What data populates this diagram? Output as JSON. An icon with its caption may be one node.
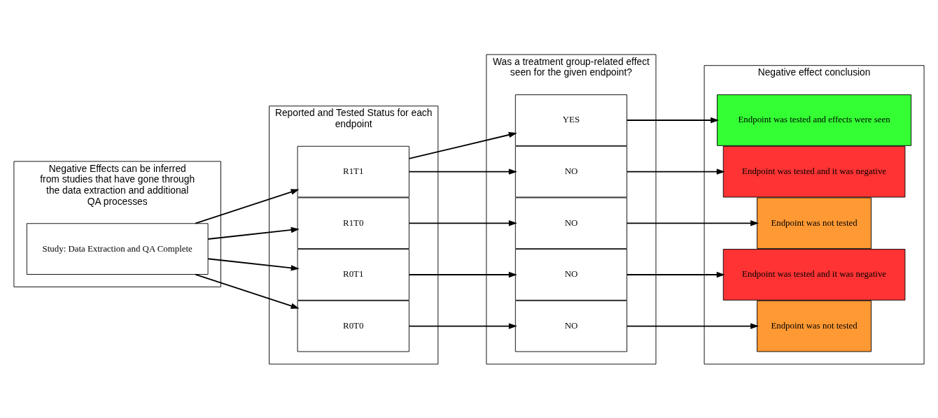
{
  "diagram": {
    "nodes": [
      {
        "text": [
          "Negative Effects can be inferred from studies that have gone through the data extraction and additional QA processes"
        ]
      },
      {
        "text": [
          "Study: Data Extraction and QA Complete"
        ],
        "in": 0
      },
      {
        "text": [
          "Reported and Tested Status for each endpoint"
        ]
      },
      {
        "text": [
          "R1T1"
        ],
        "in": 2
      },
      {
        "text": [
          "R1T0"
        ],
        "in": 2
      },
      {
        "text": [
          "R0T1"
        ],
        "in": 2
      },
      {
        "text": [
          "R0T0"
        ],
        "in": 2
      },
      {
        "text": [
          "Was a treatment group-related effect seen for the given endpoint?"
        ]
      },
      {
        "text": [
          "YES"
        ],
        "in": 7
      },
      {
        "text": [
          "NO"
        ],
        "in": 7
      },
      {
        "text": [
          "NO"
        ],
        "in": 7
      },
      {
        "text": [
          "NO"
        ],
        "in": 7
      },
      {
        "text": [
          "NO"
        ],
        "in": 7
      },
      {
        "text": [
          "Negative effect conclusion"
        ]
      },
      {
        "text": [
          "Endpoint was tested and effects were seen"
        ],
        "in": 13
      },
      {
        "text": [
          "Endpoint was tested and it was negative"
        ],
        "in": 13
      },
      {
        "text": [
          "Endpoint was not tested"
        ],
        "in": 13
      },
      {
        "text": [
          "Endpoint was tested and it was negative"
        ],
        "in": 13
      },
      {
        "text": [
          "Endpoint was not tested"
        ],
        "in": 13
      }
    ],
    "edges": [
      {
        "from": 1,
        "to": 3,
        "arrow": "to"
      },
      {
        "from": 1,
        "to": 4,
        "arrow": "to"
      },
      {
        "from": 1,
        "to": 5,
        "arrow": "to"
      },
      {
        "from": 1,
        "to": 6,
        "arrow": "to"
      },
      {
        "from": 3,
        "to": 8,
        "arrow": "to"
      },
      {
        "from": 3,
        "to": 9,
        "arrow": "to"
      },
      {
        "from": 4,
        "to": 10,
        "arrow": "to"
      },
      {
        "from": 5,
        "to": 11,
        "arrow": "to"
      },
      {
        "from": 6,
        "to": 12,
        "arrow": "to"
      },
      {
        "from": 8,
        "to": 14,
        "arrow": "to"
      },
      {
        "from": 9,
        "to": 15,
        "arrow": "to"
      },
      {
        "from": 10,
        "to": 16,
        "arrow": "to"
      },
      {
        "from": 11,
        "to": 17,
        "arrow": "to"
      },
      {
        "from": 12,
        "to": 18,
        "arrow": "to"
      }
    ]
  }
}
